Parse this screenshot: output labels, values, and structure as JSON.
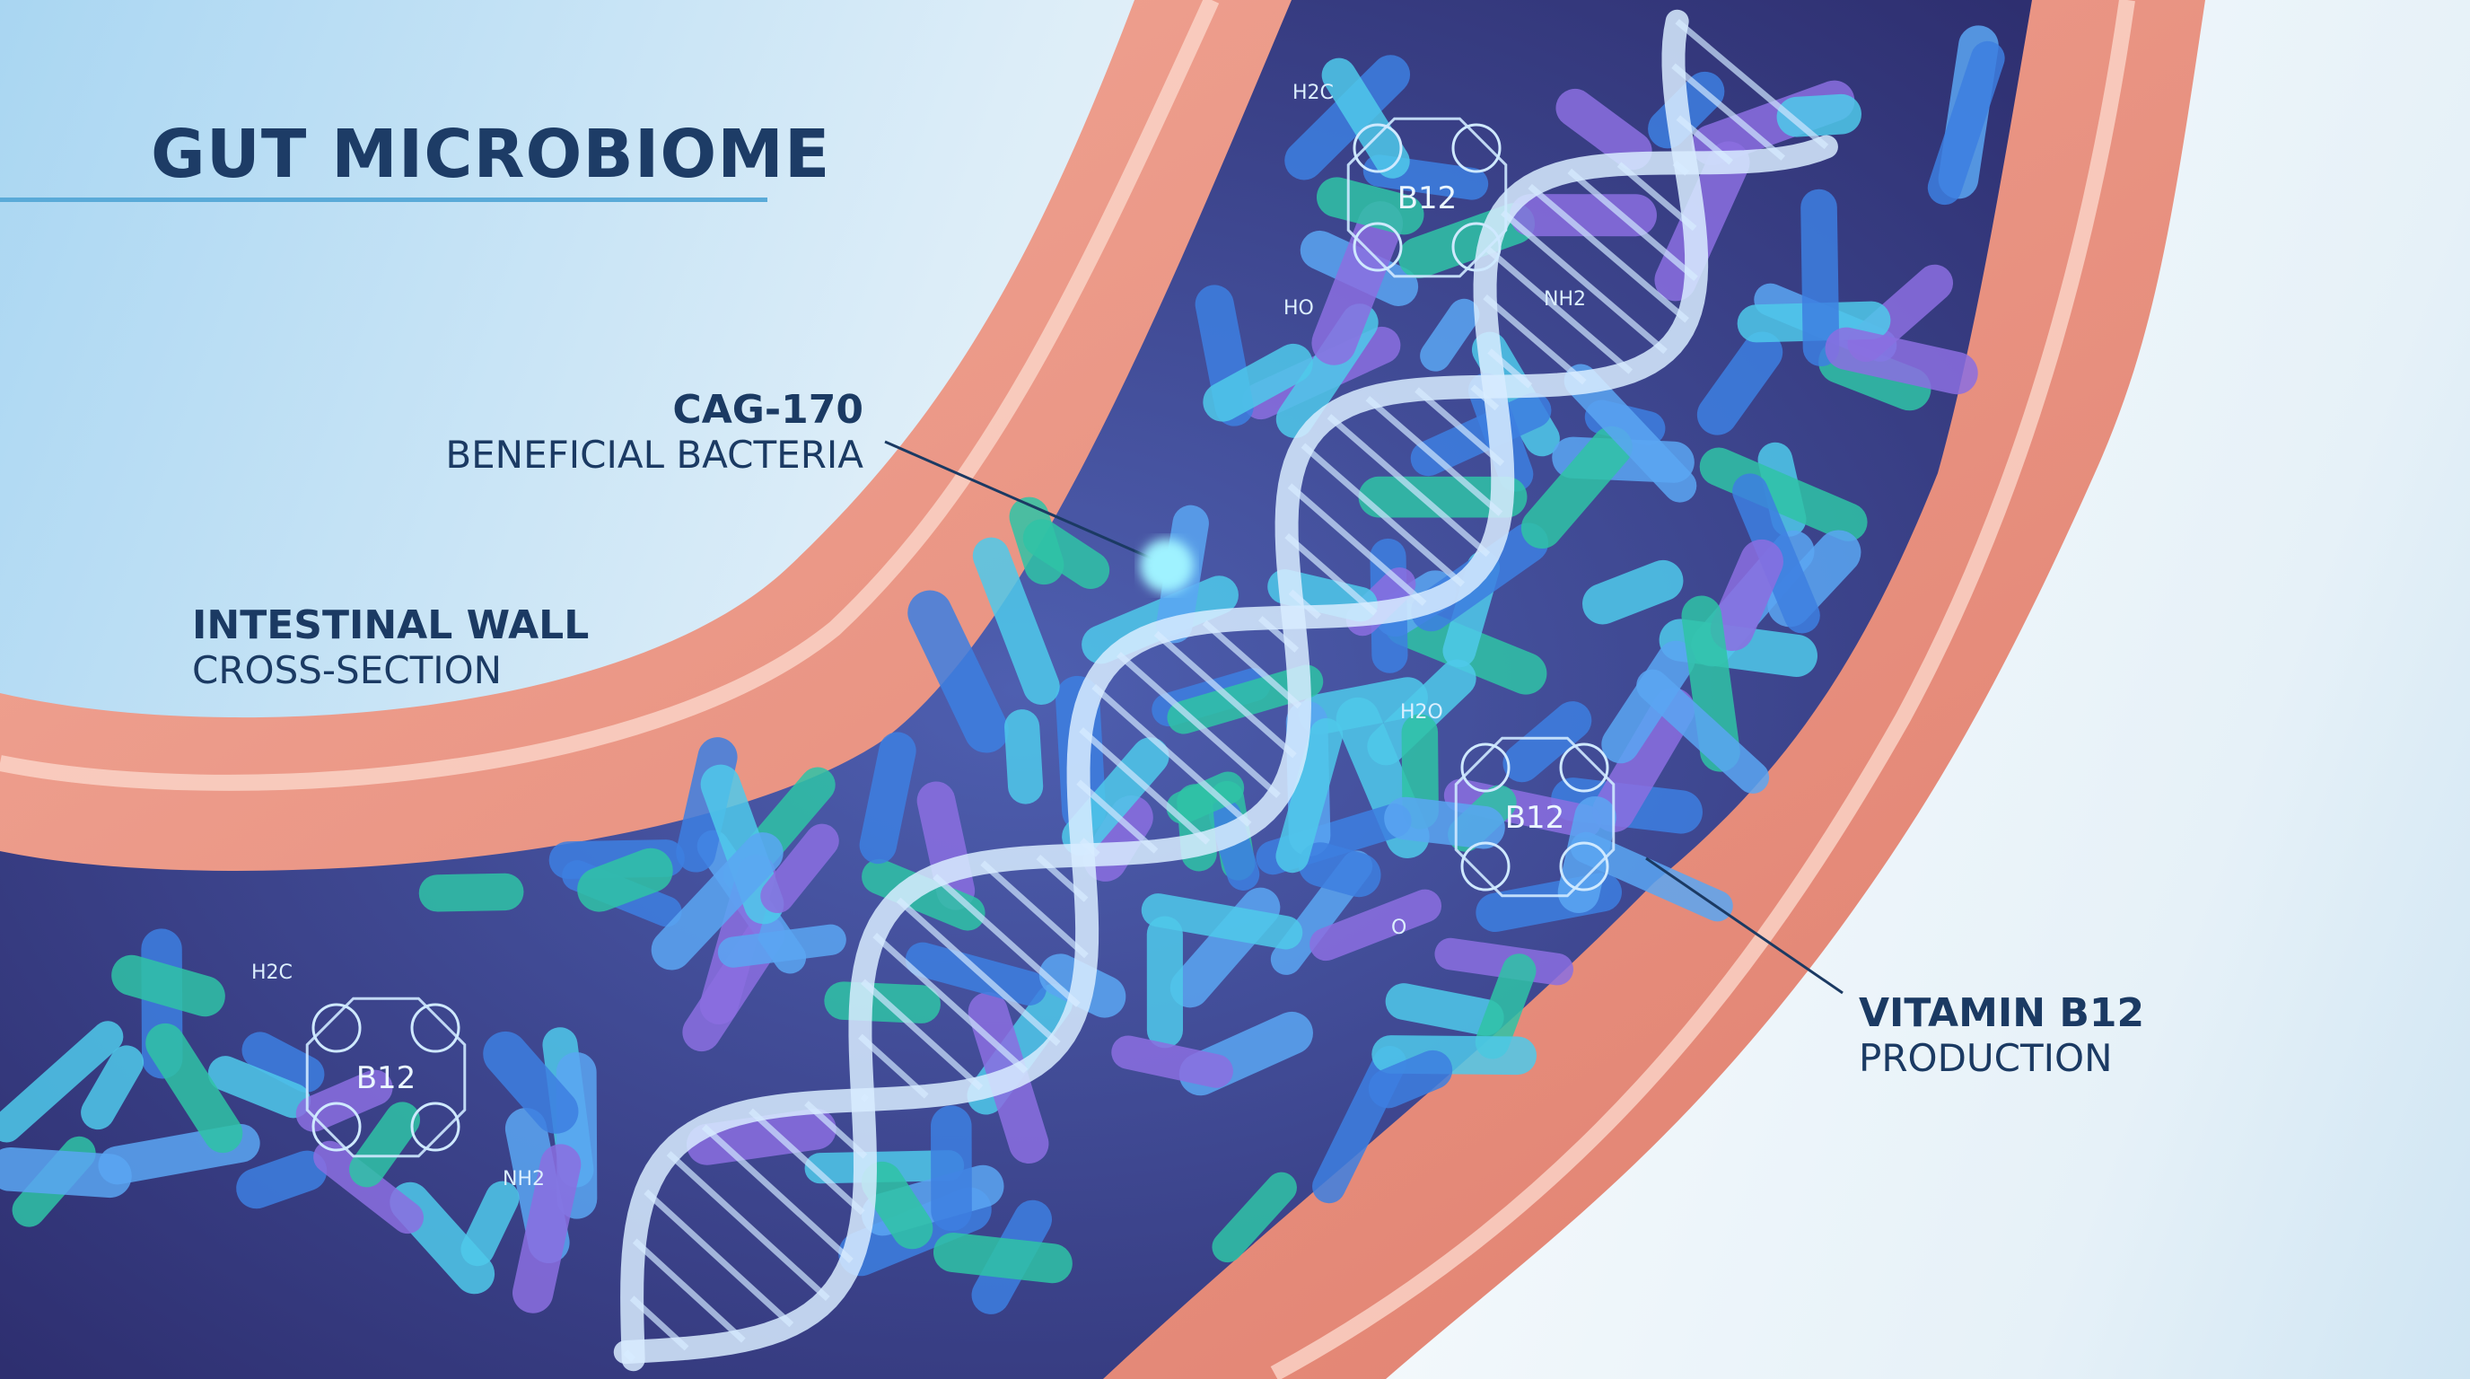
{
  "title": "GUT MICROBIOME",
  "labels": {
    "bacteria": {
      "line1": "CAG-170",
      "line2": "BENEFICIAL BACTERIA"
    },
    "wall": {
      "line1": "INTESTINAL WALL",
      "line2": "CROSS-SECTION"
    },
    "vitamin": {
      "line1": "VITAMIN B12",
      "line2": "PRODUCTION"
    }
  },
  "molecules": [
    {
      "center": "B12",
      "sub1": "H2C",
      "sub2": "NH2",
      "sub3": "HO"
    },
    {
      "center": "B12",
      "sub1": "H2O",
      "sub2": "",
      "sub3": "O"
    },
    {
      "center": "B12",
      "sub1": "H2C",
      "sub2": "NH2",
      "sub3": ""
    }
  ],
  "colors": {
    "text": "#1b3a63",
    "title_rule": "#5aaad8",
    "wall": "#e8917f",
    "wall_light": "#f6c2b2",
    "lumen": "#3a3f86",
    "bacteria": [
      "#3d7fe0",
      "#4fc9ea",
      "#2fc3a6",
      "#8b6fe0",
      "#5aa6f2"
    ],
    "dna": "#d8ecff"
  }
}
